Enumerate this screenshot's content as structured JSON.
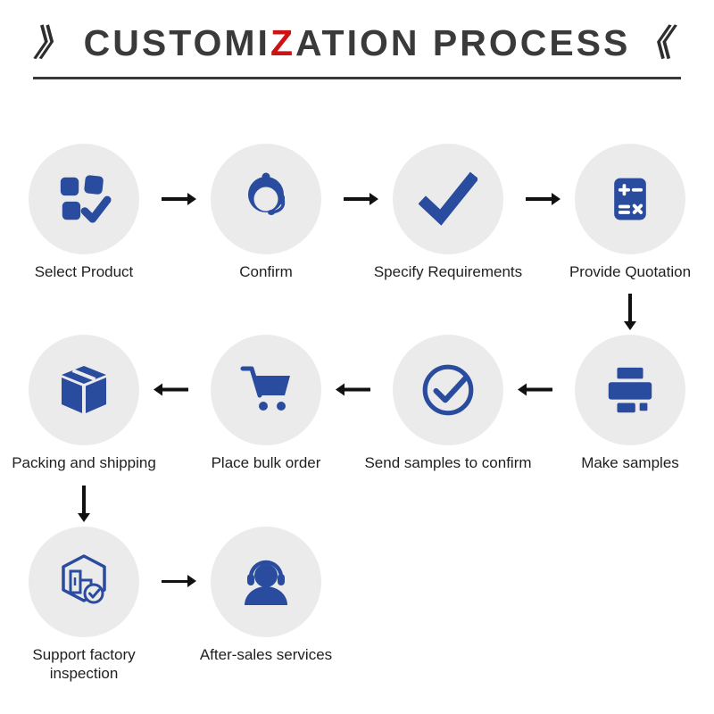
{
  "title": {
    "left_decoration": "》",
    "right_decoration": "《",
    "segments": [
      {
        "text": "CUSTOMI"
      },
      {
        "text": "Z"
      },
      {
        "text": "ATION PROCESS"
      }
    ]
  },
  "colors": {
    "icon_blue": "#2a4c9e",
    "circle_background": "#ebebeb",
    "title_text": "#3a3a3a",
    "accent_red": "#cc1414",
    "arrow_black": "#111111"
  },
  "steps": [
    {
      "label": "Select Product",
      "icon": "grid-check-icon"
    },
    {
      "label": "Confirm",
      "icon": "support-agent-icon"
    },
    {
      "label": "Specify Requirements",
      "icon": "checkmark-icon"
    },
    {
      "label": "Provide Quotation",
      "icon": "calculator-icon"
    },
    {
      "label": "Make samples",
      "icon": "printer-icon"
    },
    {
      "label": "Send samples to confirm",
      "icon": "circle-check-icon"
    },
    {
      "label": "Place bulk order",
      "icon": "shopping-cart-icon"
    },
    {
      "label": "Packing and shipping",
      "icon": "package-box-icon"
    },
    {
      "label": "Support factory inspection",
      "icon": "factory-inspection-icon"
    },
    {
      "label": "After-sales services",
      "icon": "headset-person-icon"
    }
  ]
}
